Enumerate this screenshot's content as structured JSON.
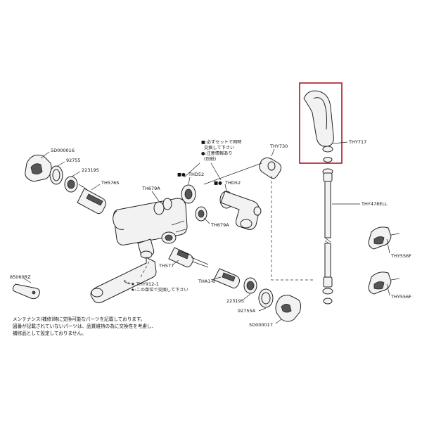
{
  "highlight_color": "#b01522",
  "parts": {
    "p5d16": "5D000016",
    "p92755": "92755",
    "p22319s": "22319S",
    "th576s": "TH576S",
    "th679a_left": "TH679A",
    "thd52_a": "THD52",
    "thd52_b": "THD52",
    "th679a_right": "TH679A",
    "thy730": "THY730",
    "thy717": "THY717",
    "thy478": "THY478ELL",
    "thy556f_a": "THY556F",
    "thy556f_b": "THY556F",
    "p85060rz": "85060RZ",
    "thy912": "THY912-1",
    "th577": "TH577",
    "tha1": "THA1-6",
    "p22319s_b": "22319S",
    "p92755a": "92755A",
    "p5d17": "5D000017"
  },
  "notes": {
    "set_line1": "■:必ずセットで同時",
    "set_line2": "交換して下さい",
    "set_line3": "●:注意情報あり",
    "set_line4": "(別紙)",
    "thy912_note": "★:この単位で交換して下さい",
    "bottom_line1": "メンテナンス(補修)時に交換可能なパーツを記載しております。",
    "bottom_line2": "図番が記載されていないパーツは、品質維持の為に交換性を考慮し、",
    "bottom_line3": "補修品として設定しておりません。"
  },
  "markers": {
    "thd52_a_prefix": "■●",
    "thd52_b_prefix": "■●",
    "thy912_prefix": "★"
  }
}
